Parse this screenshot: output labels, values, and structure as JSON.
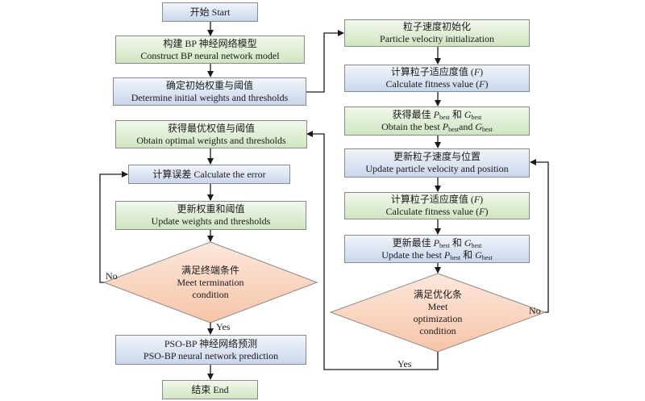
{
  "nodes": {
    "start": {
      "zh": "开始 Start"
    },
    "build": {
      "zh": "构建 BP 神经网络模型",
      "en": "Construct BP neural network model"
    },
    "init_w": {
      "zh": "确定初始权重与阈值",
      "en": "Determine initial weights and thresholds"
    },
    "optimal": {
      "zh": "获得最优权值与阈值",
      "en": "Obtain optimal weights and thresholds"
    },
    "calc_err": {
      "text": "计算误差 Calculate the error"
    },
    "update_w": {
      "zh": "更新权重和阈值",
      "en": "Update weights and thresholds"
    },
    "term": {
      "zh": "满足终端条件",
      "en1": "Meet termination",
      "en2": "condition"
    },
    "predict": {
      "zh": "PSO-BP 神经网络预测",
      "en": "PSO-BP neural network prediction"
    },
    "end": {
      "zh": "结束 End"
    },
    "pv_init": {
      "zh": "粒子速度初始化",
      "en": "Particle velocity initialization"
    },
    "fit1": {
      "zh_a": "计算粒子适应度值 (",
      "f": "F",
      "zh_b": ")",
      "en_a": "Calculate fitness value (",
      "en_b": ")"
    },
    "best1": {
      "zh_a": "获得最佳 ",
      "p": "P",
      "best": "best",
      "and_zh": " 和 ",
      "g": "G",
      "en_a": "Obtain the best ",
      "and_en": "and "
    },
    "upd_pv": {
      "zh": "更新粒子速度与位置",
      "en": "Update particle velocity and position"
    },
    "fit2": {
      "zh_a": "计算粒子适应度值 (",
      "f": "F",
      "zh_b": ")",
      "en_a": "Calculate fitness value (",
      "en_b": ")"
    },
    "best2": {
      "zh_a": "更新最佳 ",
      "p": "P",
      "best": "best",
      "and_zh": " 和 ",
      "g": "G",
      "en_a": "Update the best ",
      "and_en": " 和 "
    },
    "opt": {
      "zh": "满足优化条",
      "en1": "Meet",
      "en2": "optimization",
      "en3": "condition"
    }
  },
  "labels": {
    "no_left": "No",
    "yes_left": "Yes",
    "no_right": "No",
    "yes_right": "Yes"
  },
  "colors": {
    "blue_fill": "#c9d7ec",
    "green_fill": "#cfe5c0",
    "decision_fill": "#f8cdb6",
    "line": "#1a1a1a"
  }
}
